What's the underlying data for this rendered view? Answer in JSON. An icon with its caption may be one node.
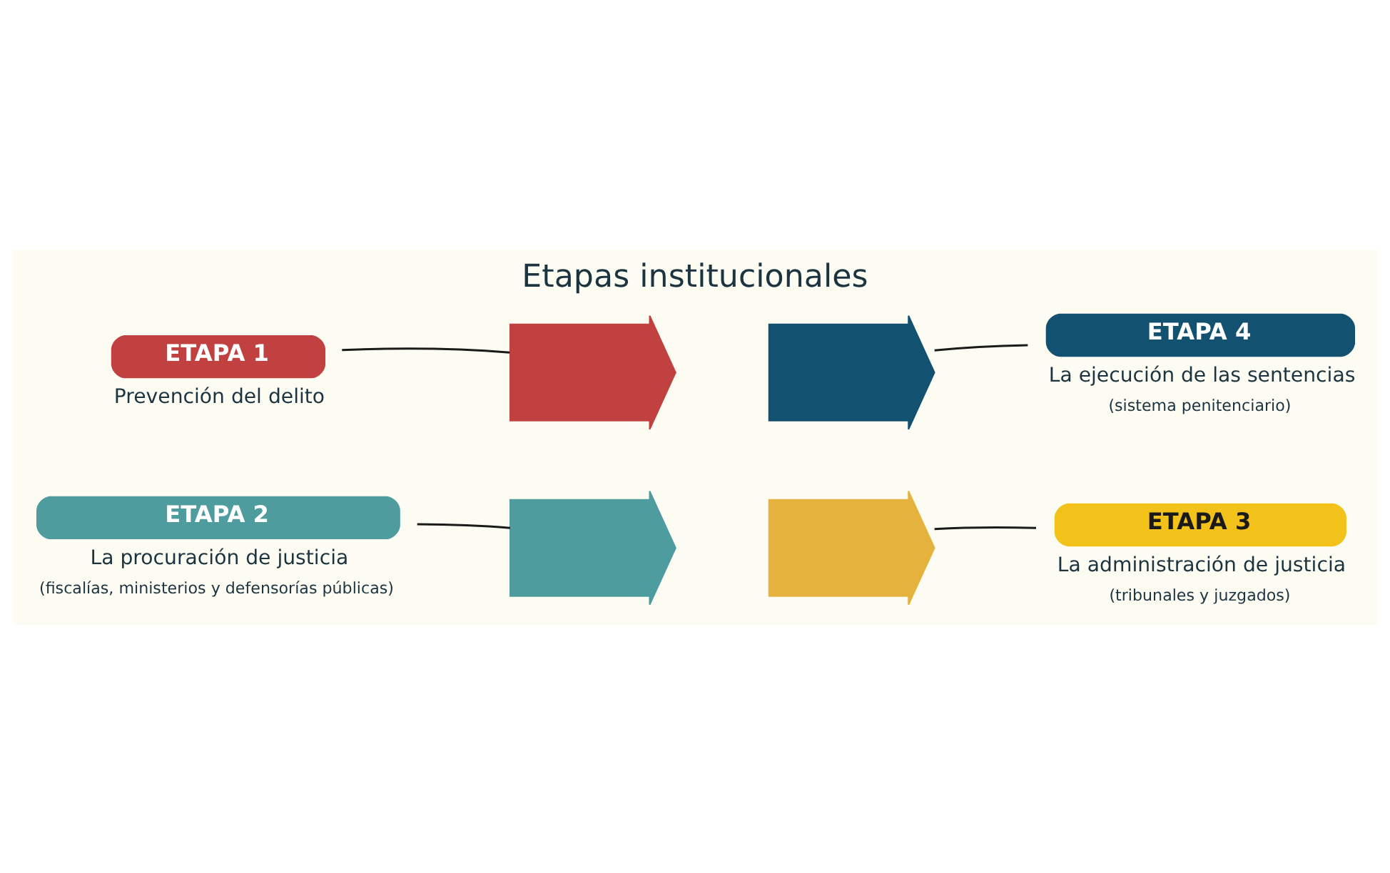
{
  "diagram": {
    "title": "Etapas institucionales",
    "nodes": [
      {
        "text": [
          "ETAPA 1"
        ],
        "beside": [
          "Prevención del delito"
        ]
      },
      {
        "text": [],
        "shape": "arrow"
      },
      {
        "text": [],
        "shape": "arrow"
      },
      {
        "text": [
          "ETAPA 4"
        ],
        "beside": [
          "La ejecución de las sentencias",
          "(sistema penitenciario)"
        ]
      },
      {
        "text": [
          "ETAPA 2"
        ],
        "beside": [
          "La procuración de justicia",
          "(fiscalías, ministerios y defensorías públicas)"
        ]
      },
      {
        "text": [],
        "shape": "arrow"
      },
      {
        "text": [],
        "shape": "arrow"
      },
      {
        "text": [
          "ETAPA 3"
        ],
        "beside": [
          "La administración de justicia",
          "(tribunales y juzgados)"
        ]
      }
    ],
    "edges": [
      {
        "from": 0,
        "to": 1,
        "arrow": "none"
      },
      {
        "from": 3,
        "to": 2,
        "arrow": "none"
      },
      {
        "from": 4,
        "to": 5,
        "arrow": "none"
      },
      {
        "from": 7,
        "to": 6,
        "arrow": "none"
      }
    ]
  }
}
